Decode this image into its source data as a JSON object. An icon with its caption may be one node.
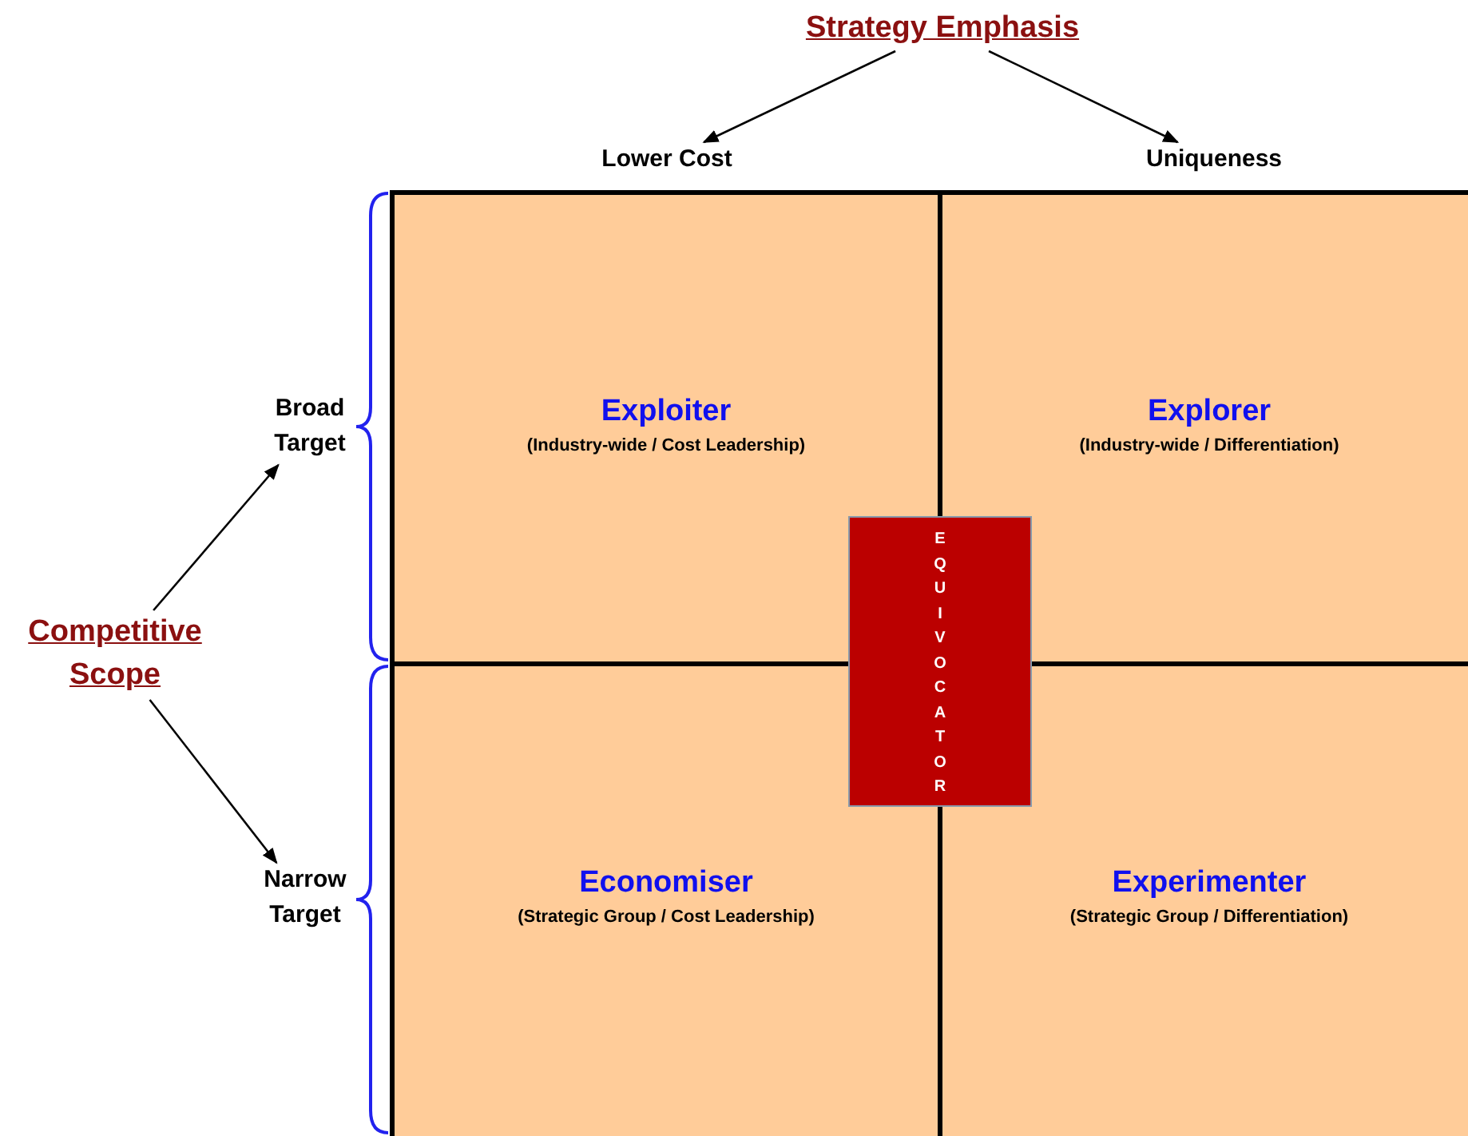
{
  "diagram": {
    "nodes": [
      {
        "text": [
          "Strategy Emphasis"
        ]
      },
      {
        "text": [
          "Lower Cost"
        ]
      },
      {
        "text": [
          "Uniqueness"
        ]
      },
      {
        "text": [
          "Competitive Scope"
        ]
      },
      {
        "text": [
          "Broad Target"
        ]
      },
      {
        "text": [
          "Narrow Target"
        ]
      },
      {
        "text": [
          "Exploiter",
          "(Industry-wide / Cost Leadership)"
        ]
      },
      {
        "text": [
          "Explorer",
          "(Industry-wide / Differentiation)"
        ]
      },
      {
        "text": [
          "Economiser",
          "(Strategic Group / Cost Leadership)"
        ]
      },
      {
        "text": [
          "Experimenter",
          "(Strategic Group / Differentiation)"
        ]
      },
      {
        "text": [
          "EQUIVOCATOR"
        ]
      }
    ],
    "edges": [
      {
        "from": 0,
        "to": 1,
        "arrow": "to"
      },
      {
        "from": 0,
        "to": 2,
        "arrow": "to"
      },
      {
        "from": 3,
        "to": 4,
        "arrow": "to"
      },
      {
        "from": 3,
        "to": 5,
        "arrow": "to"
      }
    ]
  }
}
